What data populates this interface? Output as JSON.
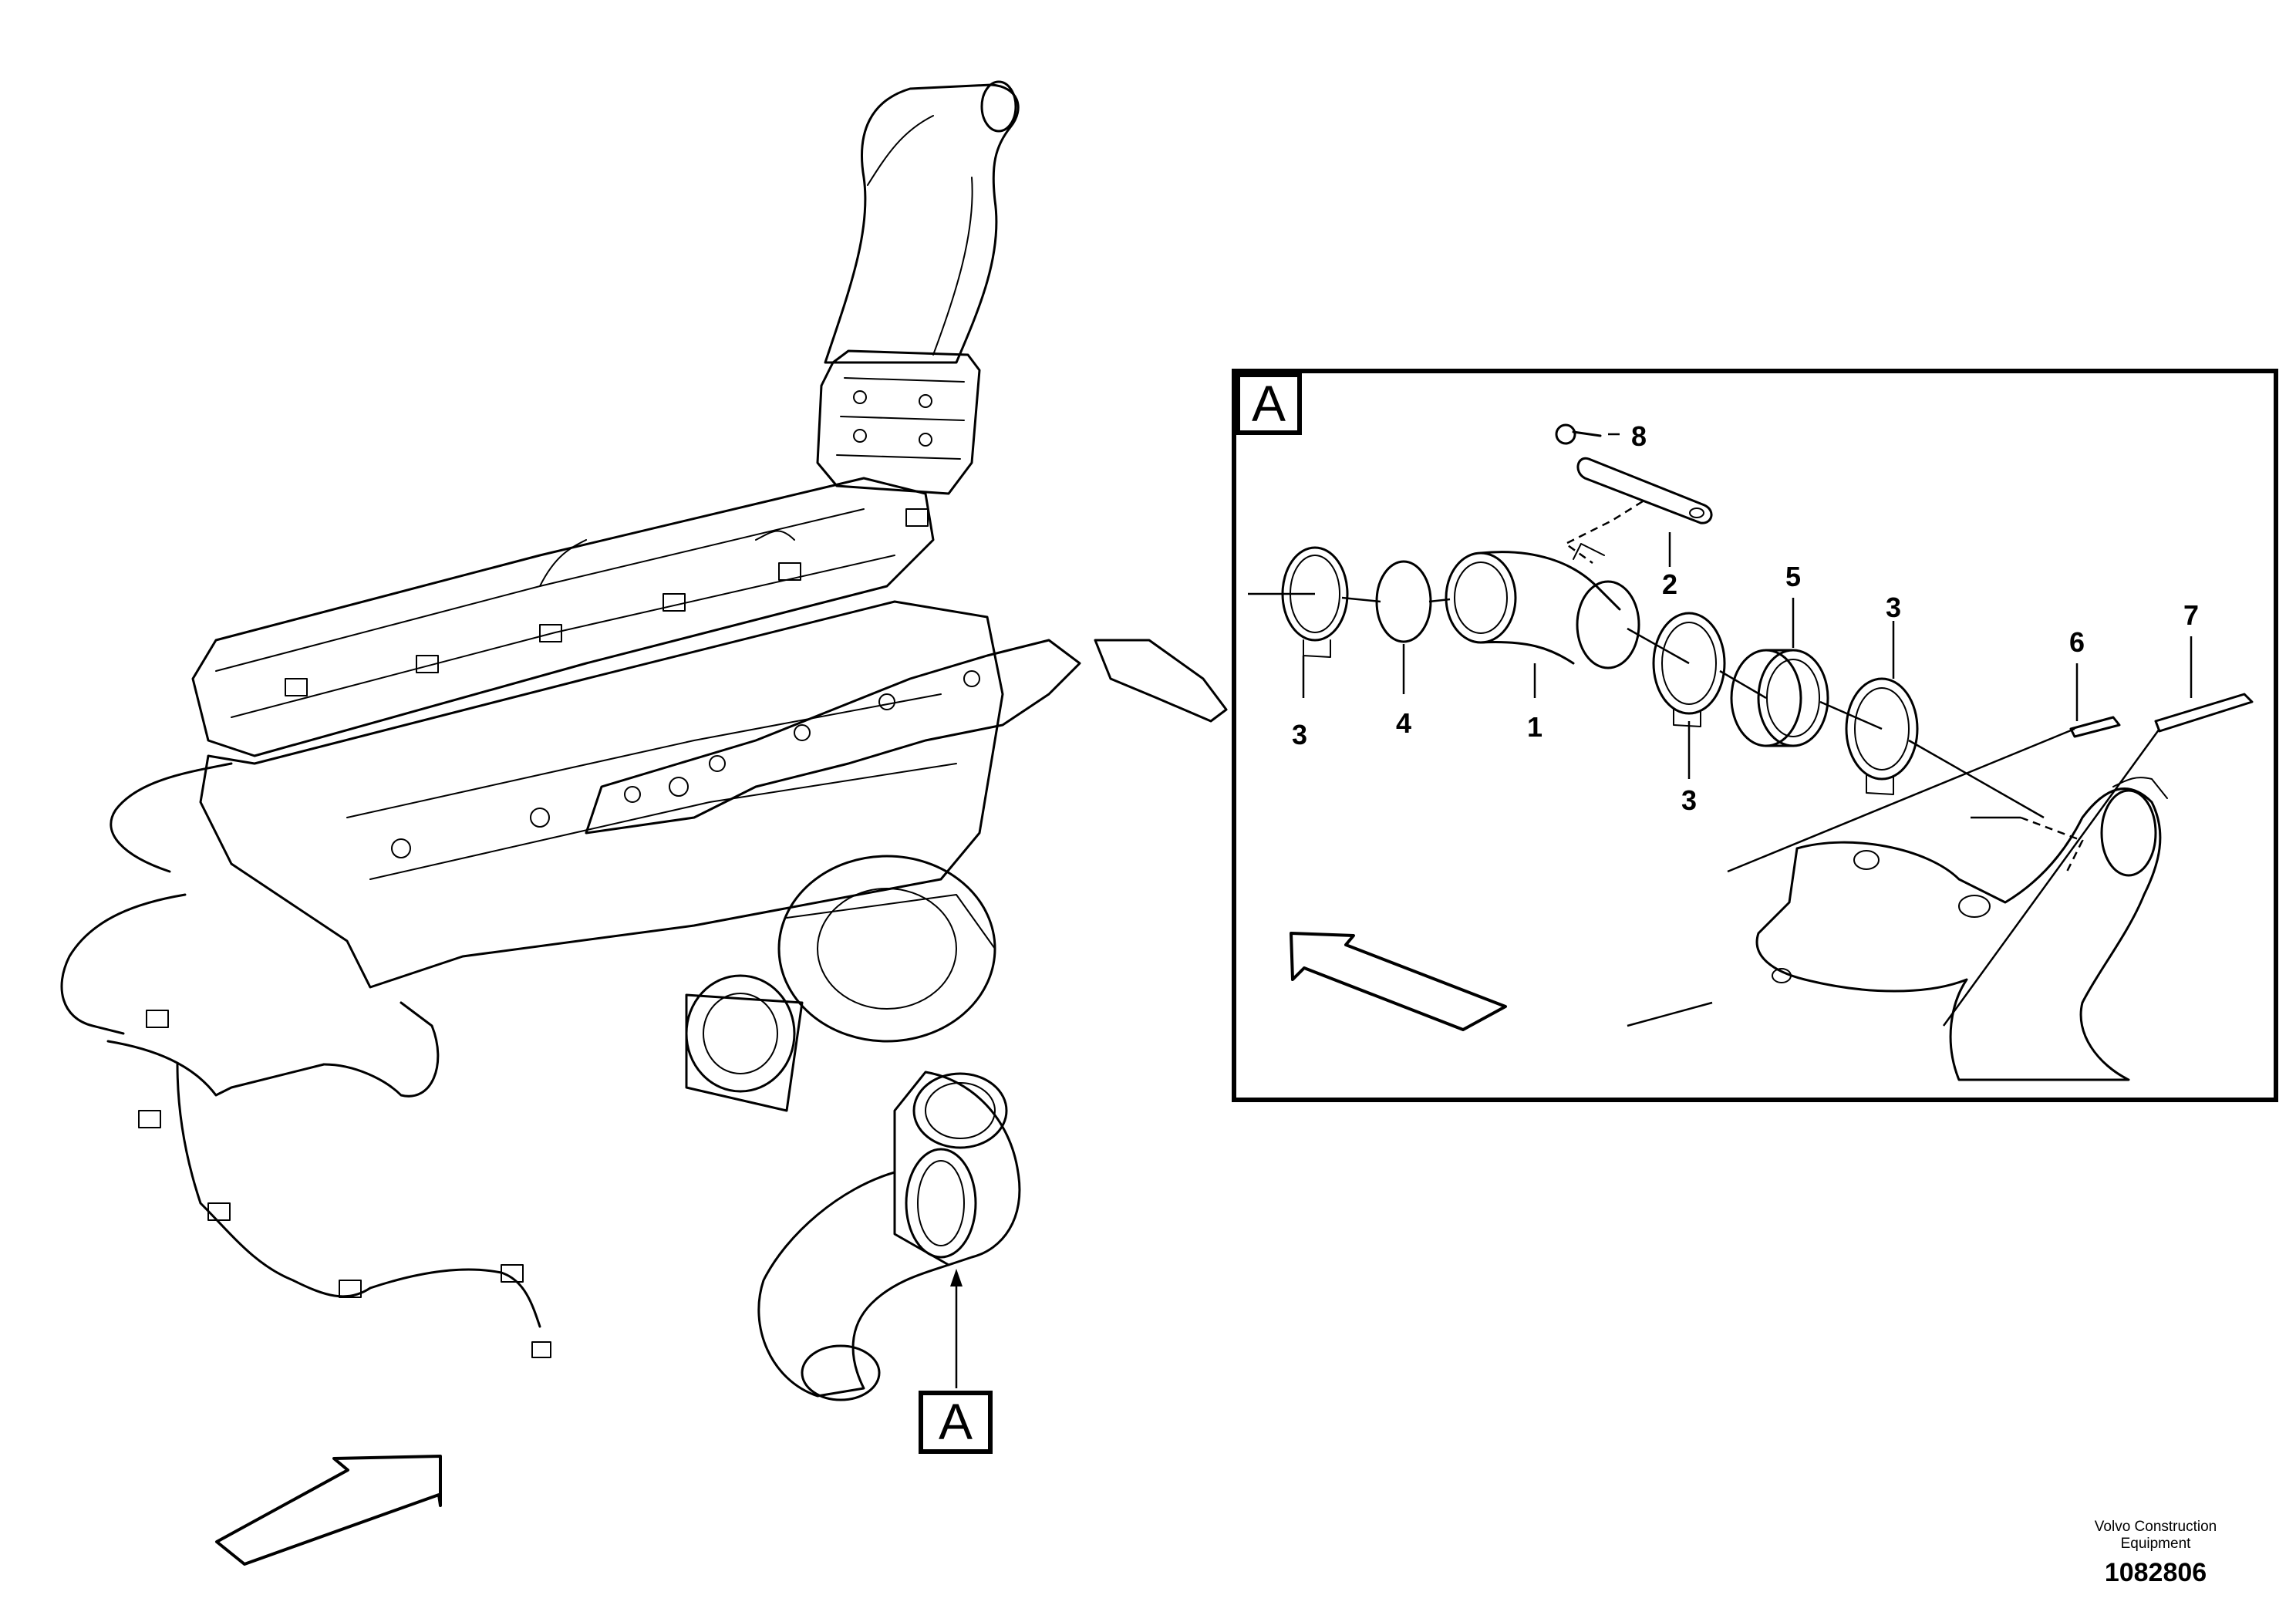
{
  "detail": {
    "label": "A",
    "callouts": [
      {
        "id": "8",
        "text": "8"
      },
      {
        "id": "2",
        "text": "2"
      },
      {
        "id": "5",
        "text": "5"
      },
      {
        "id": "3a",
        "text": "3"
      },
      {
        "id": "3b",
        "text": "3"
      },
      {
        "id": "3c",
        "text": "3"
      },
      {
        "id": "4",
        "text": "4"
      },
      {
        "id": "1",
        "text": "1"
      },
      {
        "id": "6",
        "text": "6"
      },
      {
        "id": "7",
        "text": "7"
      }
    ]
  },
  "main_view": {
    "view_tag": "A"
  },
  "footer": {
    "brand_line1": "Volvo Construction",
    "brand_line2": "Equipment",
    "doc_number": "1082806"
  }
}
